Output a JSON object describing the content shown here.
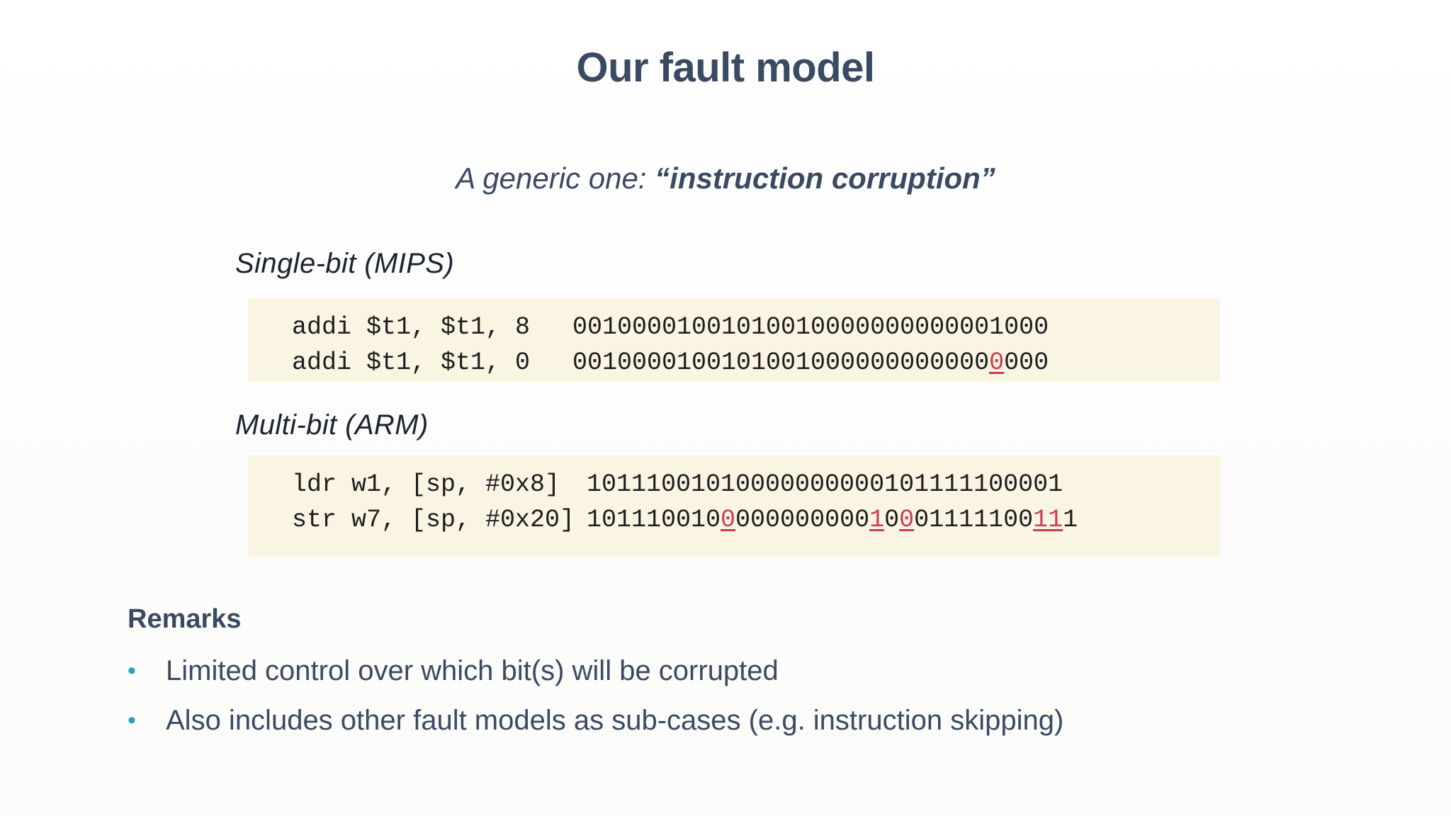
{
  "slide": {
    "title": "Our fault model",
    "subtitle_prefix": "A generic one: ",
    "subtitle_quoted": "“instruction corruption”",
    "background_color": "#ffffff",
    "heading_color": "#3b4a63",
    "code_background_color": "#faf4e2",
    "bit_flip_color": "#cc3d52",
    "bullet_color": "#2aa3b5"
  },
  "sections": [
    {
      "heading": "Single-bit (MIPS)",
      "lines": [
        {
          "asm": "addi $t1, $t1, 8",
          "bits_pre": "00100001001010010000000000001000",
          "bits_flipped": "",
          "bits_post": ""
        },
        {
          "asm": "addi $t1, $t1, 0",
          "bits_pre": "0010000100101001000000000000",
          "bits_flipped": "0",
          "bits_post": "000"
        }
      ]
    },
    {
      "heading": "Multi-bit (ARM)",
      "lines": [
        {
          "asm": "ldr w1, [sp, #0x8]",
          "bits_full": "10111001010000000000101111100001"
        },
        {
          "asm": "str w7, [sp, #0x20]",
          "bits_segments": [
            {
              "text": "101110010",
              "flipped": false
            },
            {
              "text": "0",
              "flipped": true
            },
            {
              "text": "000000000",
              "flipped": false
            },
            {
              "text": "1",
              "flipped": true
            },
            {
              "text": "0",
              "flipped": false
            },
            {
              "text": "0",
              "flipped": true
            },
            {
              "text": "01111100",
              "flipped": false
            },
            {
              "text": "11",
              "flipped": true
            },
            {
              "text": "1",
              "flipped": false
            }
          ]
        }
      ]
    }
  ],
  "remarks": {
    "heading": "Remarks",
    "bullet_glyph": "•",
    "items": [
      "Limited control over which bit(s) will be corrupted",
      "Also includes other fault models as sub-cases (e.g. instruction skipping)"
    ]
  }
}
